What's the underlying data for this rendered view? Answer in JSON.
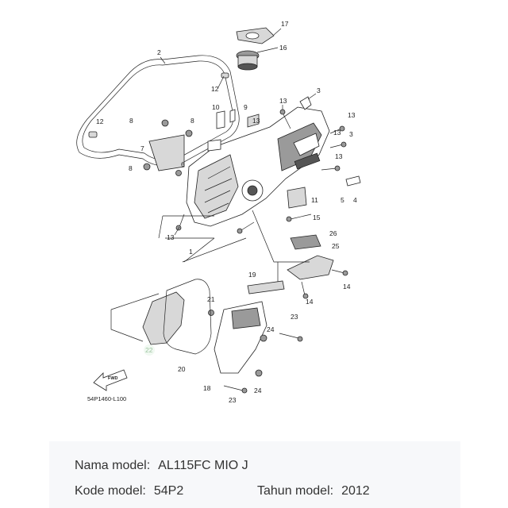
{
  "diagram": {
    "figure_code": "54P1460-L100",
    "fwd_label": "FWD",
    "callouts": [
      "17",
      "16",
      "2",
      "3",
      "12",
      "13",
      "10",
      "9",
      "13",
      "12",
      "8",
      "8",
      "13",
      "7",
      "13",
      "8",
      "6",
      "13",
      "3",
      "11",
      "5",
      "4",
      "15",
      "13",
      "26",
      "1",
      "25",
      "19",
      "14",
      "14",
      "21",
      "23",
      "22",
      "24",
      "20",
      "24",
      "18",
      "23"
    ]
  },
  "info": {
    "model_name_label": "Nama model:",
    "model_name_value": "AL115FC MIO J",
    "model_code_label": "Kode model:",
    "model_code_value": "54P2",
    "model_year_label": "Tahun model:",
    "model_year_value": "2012"
  }
}
